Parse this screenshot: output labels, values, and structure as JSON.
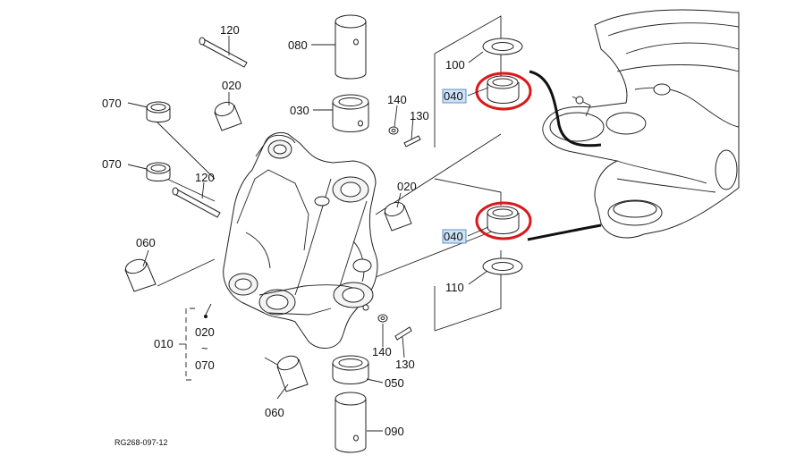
{
  "labels": {
    "l120a": "120",
    "l080": "080",
    "l100": "100",
    "l070a": "070",
    "l020a": "020",
    "l030": "030",
    "l140a": "140",
    "l130a": "130",
    "l040a": "040",
    "l070b": "070",
    "l120b": "120",
    "l020b": "020",
    "l040b": "040",
    "l060a": "060",
    "l110": "110",
    "l020c": "020",
    "l010": "010",
    "ltilde": "~",
    "l070c": "070",
    "l140b": "140",
    "l130b": "130",
    "l050": "050",
    "l060b": "060",
    "l090": "090",
    "code": "RG268-097-12"
  },
  "highlight_color": "#d9191c",
  "selection_color": "#3a78c2"
}
